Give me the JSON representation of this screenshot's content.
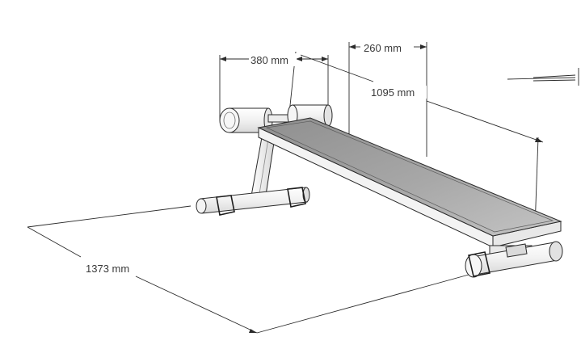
{
  "dimensions": {
    "pad_width": "380 mm",
    "seat_depth": "260 mm",
    "backrest_length": "1095 mm",
    "overall_length": "1373 mm"
  }
}
